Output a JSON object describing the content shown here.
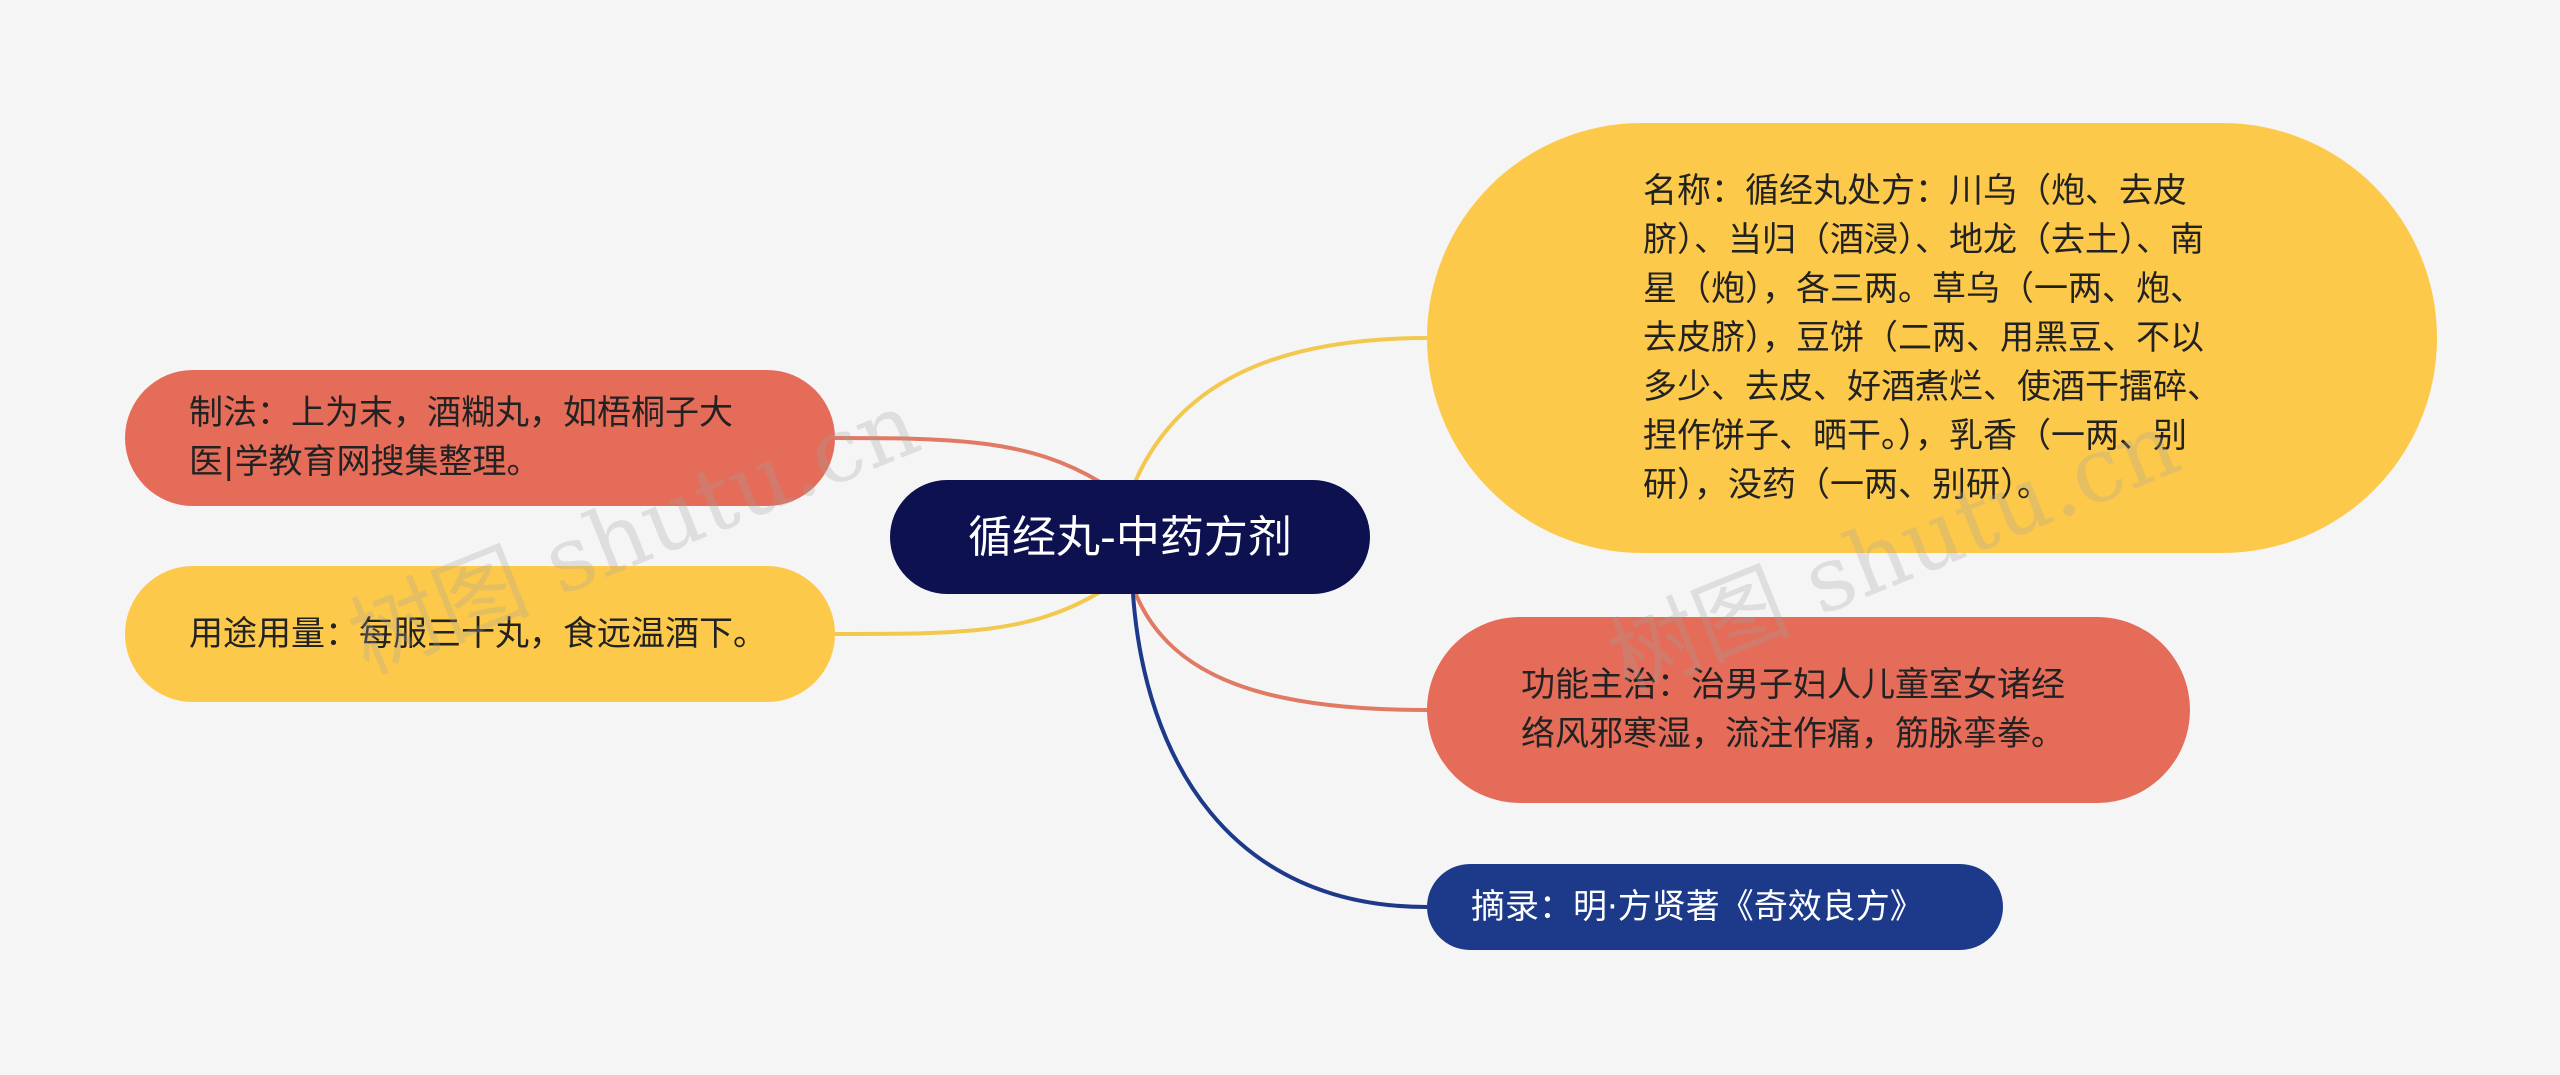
{
  "colors": {
    "background": "#f5f5f5",
    "center": "#0d1150",
    "red": "#e46c59",
    "yellow": "#fdc94a",
    "blue": "#1d3a8a",
    "line_red": "#e07a63",
    "line_yellow": "#f2c84f",
    "line_blue": "#1d3a8a"
  },
  "center": {
    "label": "循经丸-中药方剂"
  },
  "nodes": {
    "zhifa": {
      "text": "制法：上为末，酒糊丸，如梧桐子大医|学教育网搜集整理。",
      "color": "#e46c59"
    },
    "yongtu": {
      "text": "用途用量：每服三十丸，食远温酒下。",
      "color": "#fdc94a"
    },
    "mingcheng": {
      "text": "名称：循经丸处方：川乌（炮、去皮脐）、当归（酒浸）、地龙（去土）、南星（炮），各三两。草乌（一两、炮、去皮脐），豆饼（二两、用黑豆、不以多少、去皮、好酒煮烂、使酒干擂碎、捏作饼子、晒干。），乳香（一两、别研），没药（一两、别研）。",
      "color": "#fdc94a"
    },
    "gongneng": {
      "text": "功能主治：治男子妇人儿童室女诸经络风邪寒湿，流注作痛，筋脉挛拳。",
      "color": "#e46c59"
    },
    "zhailu": {
      "text": "摘录：明·方贤著《奇效良方》",
      "color": "#1d3a8a"
    }
  },
  "watermarks": [
    "树图 shutu.cn",
    "树图 shutu.cn"
  ]
}
